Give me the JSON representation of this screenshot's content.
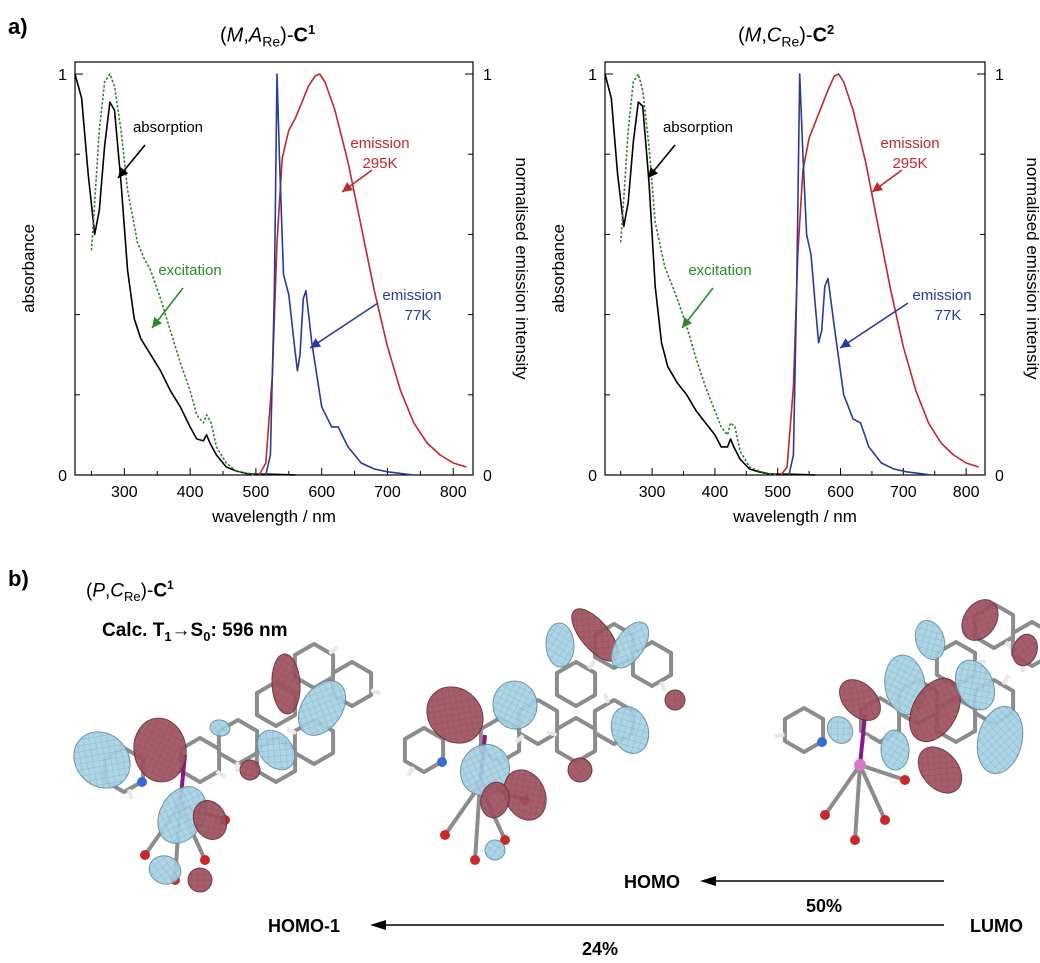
{
  "panel_a": {
    "label": "a)",
    "left_chart_title": {
      "prefix": "(",
      "m": "M",
      "sep": ",",
      "a": "A",
      "a_sub": "Re",
      "close": ")-",
      "c": "C",
      "sup": "1"
    },
    "right_chart_title": {
      "prefix": "(",
      "m": "M",
      "sep": ",",
      "a": "C",
      "a_sub": "Re",
      "close": ")-",
      "c": "C",
      "sup": "2"
    }
  },
  "panel_b": {
    "label": "b)",
    "molecule_title": {
      "prefix": "(",
      "p": "P",
      "sep": ",",
      "c": "C",
      "c_sub": "Re",
      "close": ")-",
      "cc": "C",
      "sup": "1"
    },
    "calc_text": {
      "prefix": "Calc. T",
      "t_sub": "1",
      "arrow": "→S",
      "s_sub": "0",
      "suffix": ": 596 nm"
    },
    "orbitals": [
      "HOMO-1",
      "HOMO",
      "LUMO"
    ],
    "transitions": [
      {
        "from": "LUMO",
        "to": "HOMO",
        "percent": "50%"
      },
      {
        "from": "LUMO",
        "to": "HOMO-1",
        "percent": "24%"
      }
    ],
    "colors": {
      "lobe_positive": "#a0515f",
      "lobe_negative": "#a6d2e4",
      "bond": "#8c8c8c",
      "re": "#d67ac8",
      "n": "#3a6ad6",
      "o": "#c8292b"
    }
  },
  "chart_data": [
    {
      "type": "line",
      "title": "(M,ARe)-C1",
      "xlabel": "wavelength / nm",
      "ylabel": "absorbance",
      "y2label": "normalised emission intensity",
      "xlim": [
        225,
        830
      ],
      "ylim": [
        0,
        1.03
      ],
      "y2lim": [
        0,
        1.03
      ],
      "xticks": [
        "300",
        "400",
        "500",
        "600",
        "700",
        "800"
      ],
      "yticks": [
        "0",
        "1"
      ],
      "y2ticks": [
        "0",
        "1"
      ],
      "grid": false,
      "series": [
        {
          "name": "absorption",
          "color": "#000000",
          "style": "solid",
          "axis": "left",
          "x": [
            225,
            235,
            245,
            255,
            262,
            270,
            278,
            285,
            295,
            305,
            315,
            325,
            340,
            355,
            370,
            385,
            400,
            410,
            420,
            425,
            430,
            440,
            455,
            470,
            485,
            500,
            520,
            540,
            560
          ],
          "y": [
            1.0,
            0.94,
            0.75,
            0.6,
            0.66,
            0.82,
            0.93,
            0.91,
            0.73,
            0.51,
            0.39,
            0.34,
            0.3,
            0.26,
            0.21,
            0.17,
            0.12,
            0.09,
            0.085,
            0.1,
            0.08,
            0.05,
            0.02,
            0.01,
            0.004,
            0.002,
            0.002,
            0.001,
            0.0
          ]
        },
        {
          "name": "excitation",
          "color": "#2a8a2a",
          "style": "dotted",
          "axis": "left",
          "x": [
            250,
            255,
            262,
            270,
            278,
            285,
            295,
            305,
            320,
            330,
            340,
            355,
            370,
            385,
            400,
            410,
            420,
            425,
            432,
            440,
            455,
            470,
            485,
            500
          ],
          "y": [
            0.56,
            0.68,
            0.86,
            0.98,
            1.0,
            0.97,
            0.86,
            0.71,
            0.58,
            0.54,
            0.51,
            0.44,
            0.36,
            0.28,
            0.21,
            0.15,
            0.13,
            0.15,
            0.13,
            0.07,
            0.03,
            0.01,
            0.005,
            0.0
          ]
        },
        {
          "name": "emission 295K",
          "color": "#c1272d",
          "style": "solid",
          "axis": "right",
          "x": [
            505,
            515,
            525,
            532,
            540,
            550,
            560,
            570,
            580,
            590,
            597,
            605,
            620,
            640,
            660,
            680,
            700,
            720,
            740,
            760,
            780,
            800,
            820
          ],
          "y": [
            0.0,
            0.03,
            0.25,
            0.58,
            0.79,
            0.86,
            0.89,
            0.93,
            0.97,
            0.995,
            1.0,
            0.98,
            0.91,
            0.78,
            0.62,
            0.46,
            0.32,
            0.21,
            0.13,
            0.08,
            0.05,
            0.03,
            0.02
          ]
        },
        {
          "name": "emission 77K",
          "color": "#2a3a9c",
          "style": "solid",
          "axis": "right",
          "x": [
            515,
            522,
            528,
            532,
            536,
            542,
            550,
            558,
            563,
            567,
            572,
            576,
            585,
            600,
            615,
            625,
            640,
            660,
            680,
            700,
            720,
            740
          ],
          "y": [
            0.0,
            0.05,
            0.45,
            1.0,
            0.78,
            0.5,
            0.45,
            0.33,
            0.26,
            0.3,
            0.44,
            0.46,
            0.33,
            0.17,
            0.12,
            0.12,
            0.07,
            0.03,
            0.015,
            0.008,
            0.004,
            0.0
          ]
        }
      ],
      "annotations": [
        "absorption",
        "excitation",
        "emission",
        "295K",
        "emission",
        "77K"
      ]
    },
    {
      "type": "line",
      "title": "(M,CRe)-C2",
      "xlabel": "wavelength / nm",
      "ylabel": "absorbance",
      "y2label": "normalised emission intensity",
      "xlim": [
        225,
        830
      ],
      "ylim": [
        0,
        1.03
      ],
      "y2lim": [
        0,
        1.03
      ],
      "xticks": [
        "300",
        "400",
        "500",
        "600",
        "700",
        "800"
      ],
      "yticks": [
        "0",
        "1"
      ],
      "y2ticks": [
        "0",
        "1"
      ],
      "grid": false,
      "series": [
        {
          "name": "absorption",
          "color": "#000000",
          "style": "solid",
          "axis": "left",
          "x": [
            225,
            235,
            245,
            255,
            262,
            270,
            278,
            285,
            295,
            305,
            315,
            325,
            340,
            355,
            370,
            385,
            400,
            410,
            420,
            425,
            430,
            440,
            455,
            470,
            485,
            500,
            520,
            540,
            560
          ],
          "y": [
            1.0,
            0.94,
            0.75,
            0.62,
            0.68,
            0.83,
            0.93,
            0.92,
            0.73,
            0.47,
            0.33,
            0.27,
            0.23,
            0.2,
            0.16,
            0.13,
            0.1,
            0.07,
            0.07,
            0.09,
            0.07,
            0.04,
            0.015,
            0.008,
            0.003,
            0.002,
            0.002,
            0.001,
            0.0
          ]
        },
        {
          "name": "excitation",
          "color": "#2a8a2a",
          "style": "dotted",
          "axis": "left",
          "x": [
            250,
            255,
            262,
            270,
            278,
            285,
            295,
            305,
            320,
            330,
            340,
            355,
            370,
            385,
            400,
            410,
            420,
            425,
            432,
            440,
            455,
            470,
            485,
            500
          ],
          "y": [
            0.58,
            0.69,
            0.86,
            0.98,
            1.0,
            0.96,
            0.82,
            0.63,
            0.52,
            0.48,
            0.44,
            0.37,
            0.29,
            0.22,
            0.16,
            0.12,
            0.1,
            0.13,
            0.12,
            0.06,
            0.02,
            0.01,
            0.004,
            0.0
          ]
        },
        {
          "name": "emission 295K",
          "color": "#c1272d",
          "style": "solid",
          "axis": "right",
          "x": [
            505,
            515,
            525,
            532,
            540,
            550,
            560,
            570,
            580,
            590,
            597,
            605,
            620,
            640,
            660,
            680,
            700,
            720,
            740,
            760,
            780,
            800,
            820
          ],
          "y": [
            0.0,
            0.02,
            0.22,
            0.55,
            0.76,
            0.84,
            0.88,
            0.92,
            0.96,
            0.995,
            1.0,
            0.98,
            0.91,
            0.78,
            0.62,
            0.46,
            0.32,
            0.21,
            0.13,
            0.08,
            0.05,
            0.03,
            0.02
          ]
        },
        {
          "name": "emission 77K",
          "color": "#2a3a9c",
          "style": "solid",
          "axis": "right",
          "x": [
            518,
            525,
            530,
            535,
            540,
            546,
            553,
            560,
            565,
            570,
            575,
            580,
            590,
            605,
            620,
            632,
            645,
            665,
            685,
            705,
            725,
            745
          ],
          "y": [
            0.0,
            0.05,
            0.45,
            1.0,
            0.8,
            0.6,
            0.55,
            0.42,
            0.33,
            0.36,
            0.47,
            0.49,
            0.37,
            0.2,
            0.14,
            0.13,
            0.07,
            0.03,
            0.015,
            0.008,
            0.004,
            0.0
          ]
        }
      ],
      "annotations": [
        "absorption",
        "excitation",
        "emission",
        "295K",
        "emission",
        "77K"
      ]
    }
  ]
}
